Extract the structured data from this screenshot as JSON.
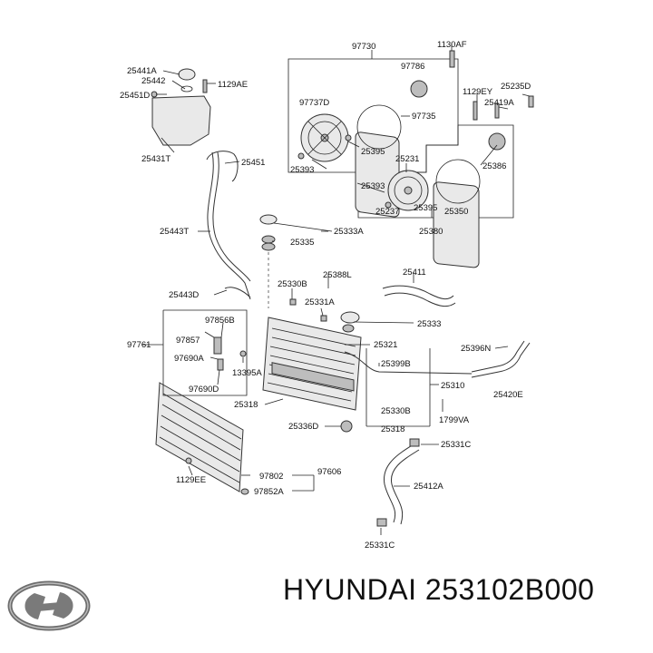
{
  "footer": {
    "brand": "HYUNDAI",
    "part_number": "253102B000"
  },
  "labels": [
    "97730",
    "1130AF",
    "25441A",
    "25442",
    "1129AE",
    "25451D",
    "97786",
    "97737D",
    "97735",
    "1129EY",
    "25235D",
    "25419A",
    "25395",
    "25386",
    "25393",
    "25431T",
    "25451",
    "25231",
    "25393",
    "25237",
    "25395",
    "25350",
    "25380",
    "25443T",
    "25333A",
    "25335",
    "25330B",
    "25388L",
    "25411",
    "25443D",
    "25331A",
    "97856B",
    "25333",
    "97761",
    "97857",
    "25321",
    "25396N",
    "97690A",
    "13395A",
    "25399B",
    "97690D",
    "25310",
    "25420E",
    "25318",
    "25330B",
    "25336D",
    "1799VA",
    "25318",
    "25331C",
    "1129EE",
    "97802",
    "97606",
    "25412A",
    "97852A",
    "25331C"
  ]
}
